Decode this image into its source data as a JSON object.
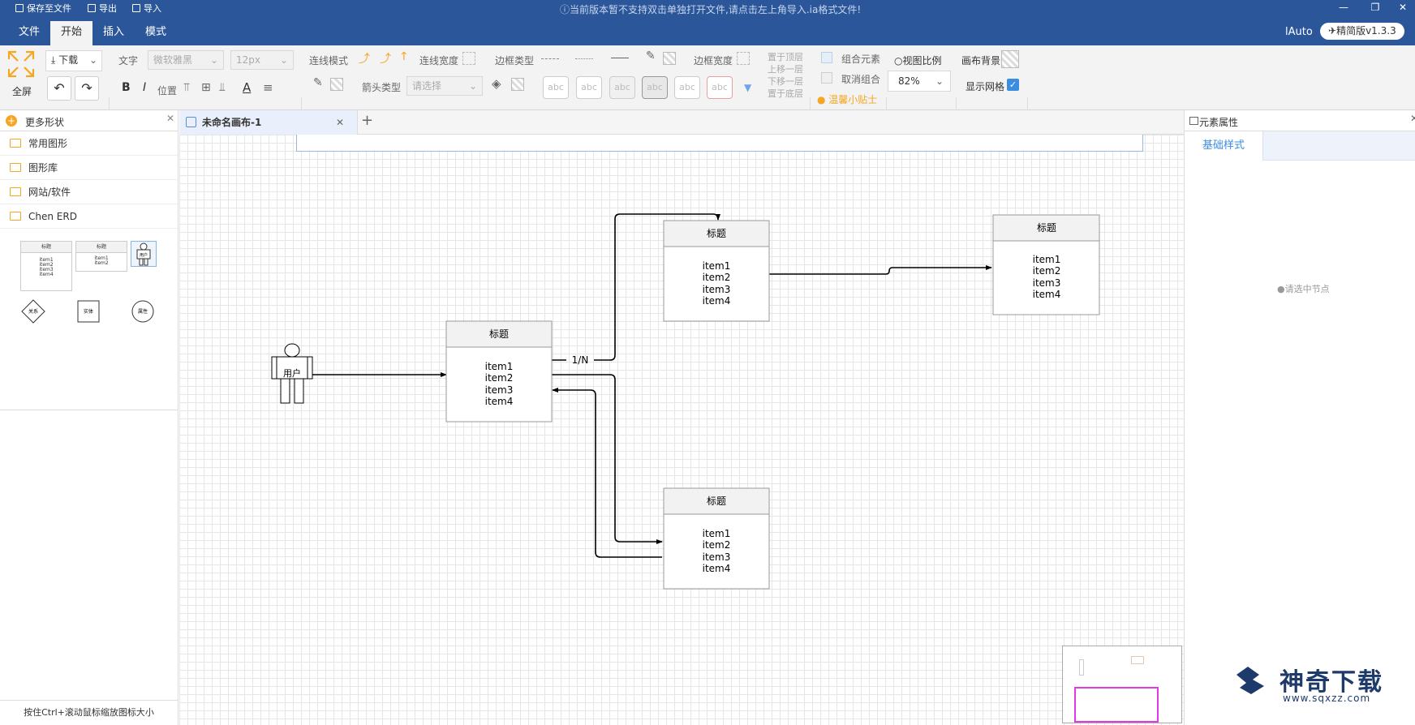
{
  "titlebar": {
    "save_label": "保存至文件",
    "export_label": "导出",
    "import_label": "导入",
    "notice": "当前版本暂不支持双击单独打开文件,请点击左上角导入.ia格式文件!"
  },
  "menu": {
    "tabs": [
      "文件",
      "开始",
      "插入",
      "模式"
    ],
    "active_index": 1,
    "user": "lAuto",
    "version": "精简版v1.3.3"
  },
  "toolbar": {
    "fullscreen": "全屏",
    "download": "下载",
    "text_label": "文字",
    "font": "微软雅黑",
    "font_size": "12px",
    "bold": "B",
    "italic": "I",
    "position": "位置",
    "line_mode": "连线模式",
    "line_width": "连线宽度",
    "border_type": "边框类型",
    "border_width": "边框宽度",
    "arrow_type": "箭头类型",
    "arrow_placeholder": "请选择",
    "abc": "abc",
    "layer_top": "置于顶层",
    "layer_up": "上移一层",
    "layer_down": "下移一层",
    "layer_bottom": "置于底层",
    "group": "组合元素",
    "ungroup": "取消组合",
    "tip": "温馨小贴士",
    "zoom_label": "视图比例",
    "zoom_value": "82%",
    "canvas_bg": "画布背景",
    "show_grid": "显示网格",
    "accent_color": "#2b579a"
  },
  "left_panel": {
    "header": "更多形状",
    "items": [
      "常用图形",
      "图形库",
      "网站/软件",
      "Chen ERD"
    ],
    "shape_title": "标题",
    "shape_items": [
      "item1",
      "item2",
      "item3",
      "item4"
    ],
    "shape_user": "用户",
    "shape_relation": "关系",
    "shape_entity": "实体",
    "shape_attr": "属性",
    "footer_hint": "按住Ctrl+滚动鼠标缩放图标大小"
  },
  "canvas": {
    "tab_title": "未命名画布-1",
    "add_tab": "+",
    "nodes": [
      {
        "title": "标题",
        "items": [
          "item1",
          "item2",
          "item3",
          "item4"
        ]
      },
      {
        "title": "标题",
        "items": [
          "item1",
          "item2",
          "item3",
          "item4"
        ]
      },
      {
        "title": "标题",
        "items": [
          "item1",
          "item2",
          "item3",
          "item4"
        ]
      },
      {
        "title": "标题",
        "items": [
          "item1",
          "item2",
          "item3",
          "item4"
        ]
      }
    ],
    "actor_label": "用户",
    "edge_label": "1/N"
  },
  "right_panel": {
    "header": "元素属性",
    "tab": "基础样式",
    "empty_hint": "请选中节点"
  },
  "watermark": {
    "brand": "神奇下载",
    "url": "www.sqxzz.com"
  }
}
